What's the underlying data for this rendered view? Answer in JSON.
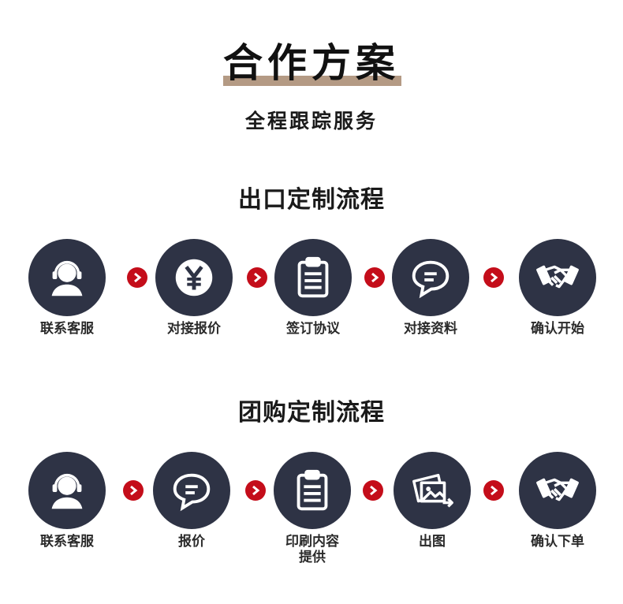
{
  "header": {
    "title": "合作方案",
    "subtitle": "全程跟踪服务"
  },
  "export_flow": {
    "title": "出口定制流程",
    "steps": [
      {
        "label": "联系客服",
        "icon": "headset-icon"
      },
      {
        "label": "对接报价",
        "icon": "yen-icon"
      },
      {
        "label": "签订协议",
        "icon": "clipboard-icon"
      },
      {
        "label": "对接资料",
        "icon": "chat-bubble-icon"
      },
      {
        "label": "确认开始",
        "icon": "handshake-icon"
      }
    ]
  },
  "group_flow": {
    "title": "团购定制流程",
    "steps": [
      {
        "label": "联系客服",
        "icon": "headset-icon"
      },
      {
        "label": "报价",
        "icon": "chat-bubble-icon"
      },
      {
        "label": "印刷内容",
        "label2": "提供",
        "icon": "clipboard-icon"
      },
      {
        "label": "出图",
        "icon": "image-icon"
      },
      {
        "label": "确认下单",
        "icon": "handshake-icon"
      }
    ]
  },
  "colors": {
    "circle": "#2e3345",
    "arrow": "#c40d1a",
    "title_underline": "#b49a84"
  }
}
